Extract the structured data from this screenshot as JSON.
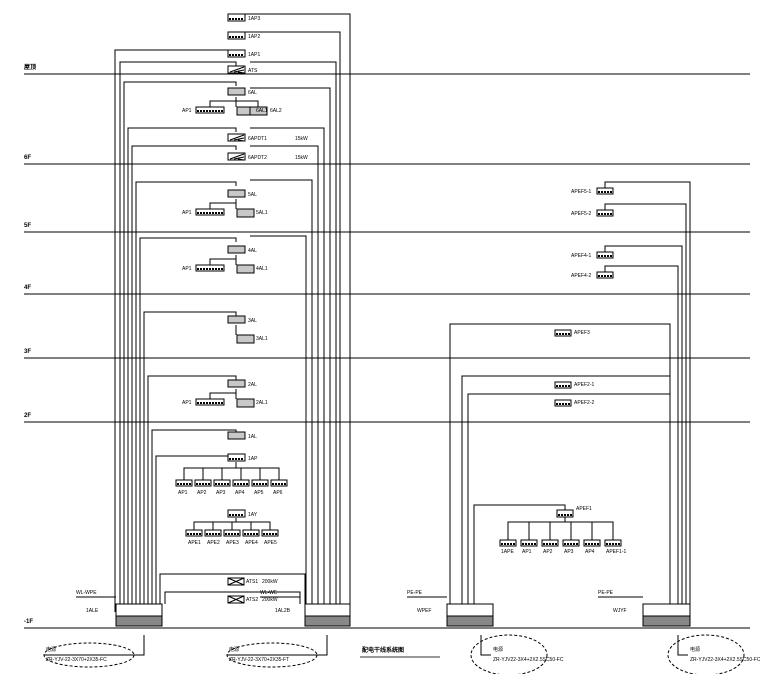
{
  "title": "配电干线系统图",
  "floors": [
    "屋顶",
    "6F",
    "5F",
    "4F",
    "3F",
    "2F",
    "-1F"
  ],
  "left_panels": {
    "p1AP3": "1AP3",
    "p1AP2": "1AP2",
    "p1AP1": "1AP1",
    "ats_top": "ATS",
    "p6AL": "6AL",
    "p6AP1": "AP1",
    "p6AL1": "6AL1",
    "p6AL2": "6AL2",
    "p6APDT1": "6APDT1",
    "p6APDT2": "6APDT2",
    "kw1": "15kW",
    "kw2": "15kW",
    "p5AL": "5AL",
    "p5AP1": "AP1",
    "p5AL1": "5AL1",
    "p4AL": "4AL",
    "p4AP1": "AP1",
    "p4AL1": "4AL1",
    "p3AL": "3AL",
    "p3AL1": "3AL1",
    "p2AL": "2AL",
    "p2AP1": "AP1",
    "p2AL1": "2AL1",
    "p1AL": "1AL",
    "p1AP": "1AP",
    "p1AY": "1AY",
    "ap_row": [
      "AP1",
      "AP2",
      "AP3",
      "AP4",
      "AP5",
      "AP6"
    ],
    "ape_row": [
      "APE1",
      "APE2",
      "APE3",
      "APE4",
      "APE5"
    ],
    "ats1": "ATS1",
    "ats1_kw": "200kW",
    "ats2": "ATS2",
    "ats2_kw": "200kW"
  },
  "right_panels": {
    "e51": "APEF5-1",
    "e52": "APEF5-2",
    "e41": "APEF4-1",
    "e42": "APEF4-2",
    "e3": "APEF3",
    "e21": "APEF2-1",
    "e22": "APEF2-2",
    "e1": "APEF1",
    "e1_row": [
      "1APE",
      "AP1",
      "AP2",
      "AP3",
      "AP4",
      "APEF1-1"
    ]
  },
  "switchgear": [
    {
      "label": "1ALE",
      "bus": "WL-WPE"
    },
    {
      "label": "1AL2B",
      "bus": "WL-WE"
    },
    {
      "label": "WPEF",
      "bus": "PE-PE"
    },
    {
      "label": "WJYF",
      "bus": "PE-PE"
    }
  ],
  "incoming": [
    {
      "name": "电源",
      "cable": "ZR-YJV-22-3X70+2X35-FC"
    },
    {
      "name": "电源",
      "cable": "ZR-YJV-22-3X70+2X35-FT"
    },
    {
      "name": "电源",
      "cable": "ZR-YJV22-3X4+2X2.5SC50-FC"
    },
    {
      "name": "电源",
      "cable": "ZR-YJV22-3X4+2X2.5SC50-FC"
    }
  ]
}
